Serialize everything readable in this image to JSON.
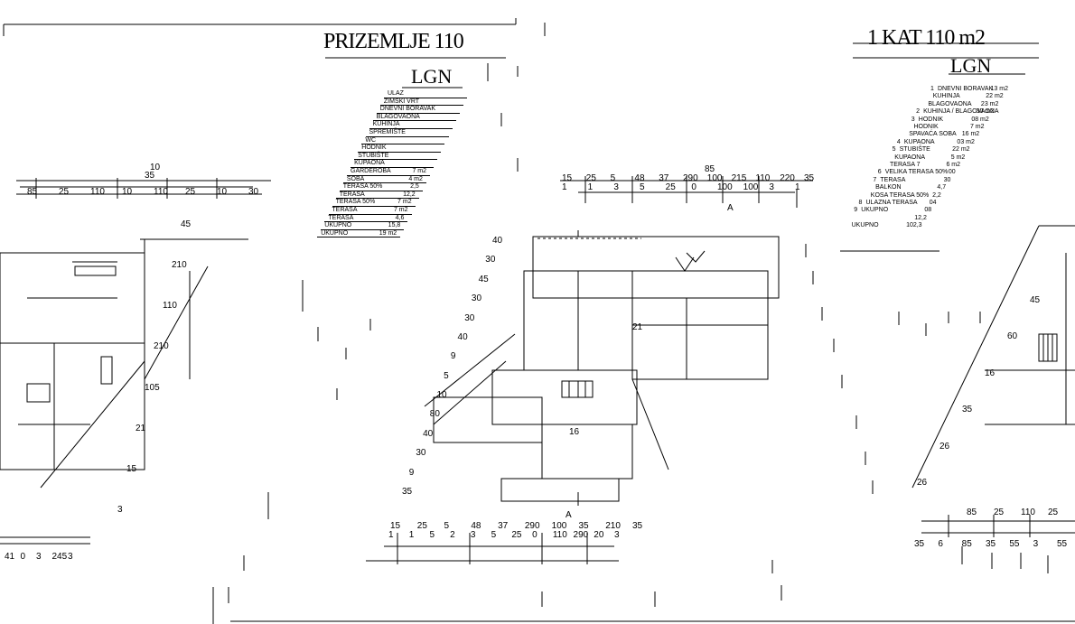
{
  "titles": {
    "center_title": "PRIZEMLJE 110",
    "center_sub": "LGN",
    "right_title": "1 KAT 110 m2",
    "right_sub": "LGN"
  },
  "room_table_center": {
    "rows": [
      {
        "name": "ULAZ",
        "area": ""
      },
      {
        "name": "ZIMSKI VRT",
        "area": ""
      },
      {
        "name": "DNEVNI BORAVAK",
        "area": ""
      },
      {
        "name": "BLAGOVAONA",
        "area": ""
      },
      {
        "name": "KUHINJA",
        "area": ""
      },
      {
        "name": "SPREMIŠTE",
        "area": ""
      },
      {
        "name": "WC",
        "area": ""
      },
      {
        "name": "HODNIK",
        "area": ""
      },
      {
        "name": "STUBIŠTE",
        "area": ""
      },
      {
        "name": "KUPAONA",
        "area": ""
      },
      {
        "name": "GARDEROBA",
        "area": "7 m2"
      },
      {
        "name": "SOBA",
        "area": "4 m2"
      },
      {
        "name": "TERASA 50%",
        "area": "2,5"
      },
      {
        "name": "TERASA",
        "area": "12,2"
      },
      {
        "name": "TERASA 50%",
        "area": "7 m2"
      },
      {
        "name": "TERASA",
        "area": "7 m2"
      },
      {
        "name": "TERASA",
        "area": "4,6"
      },
      {
        "name": "UKUPNO",
        "area": "15,8"
      },
      {
        "name": "UKUPNO",
        "area": "19 m2"
      }
    ]
  },
  "room_table_right": {
    "rows": [
      {
        "no": "1",
        "name": "DNEVNI BORAVAK",
        "area": "13 m2"
      },
      {
        "no": "",
        "name": "KUHINJA",
        "area": "22 m2"
      },
      {
        "no": "",
        "name": "BLAGOVAONA",
        "area": "23 m2"
      },
      {
        "no": "2",
        "name": "KUHINJA / BLAGOVAONA",
        "area": "30 m2"
      },
      {
        "no": "3",
        "name": "HODNIK",
        "area": "08 m2"
      },
      {
        "no": "",
        "name": "HODNIK",
        "area": "7 m2"
      },
      {
        "no": "",
        "name": "SPAVAĆA SOBA",
        "area": "16 m2"
      },
      {
        "no": "4",
        "name": "KUPAONA",
        "area": "03 m2"
      },
      {
        "no": "5",
        "name": "STUBIŠTE",
        "area": "22 m2"
      },
      {
        "no": "",
        "name": "KUPAONA",
        "area": "5 m2"
      },
      {
        "no": "",
        "name": "TERASA 7",
        "area": "6 m2"
      },
      {
        "no": "6",
        "name": "VELIKA TERASA 50%",
        "area": "00"
      },
      {
        "no": "7",
        "name": "TERASA",
        "area": "30"
      },
      {
        "no": "",
        "name": "BALKON",
        "area": "4,7"
      },
      {
        "no": "",
        "name": "KOSA TERASA 50%",
        "area": "2,2"
      },
      {
        "no": "8",
        "name": "ULAZNA TERASA",
        "area": "04"
      },
      {
        "no": "9",
        "name": "UKUPNO",
        "area": "08"
      },
      {
        "no": "",
        "name": "",
        "area": "12,2"
      },
      {
        "no": "",
        "name": "UKUPNO",
        "area": "102,3"
      }
    ]
  },
  "dimensions": {
    "left_top_total": "10",
    "left_top_sub": "35",
    "left_top_segments": [
      "85",
      "25",
      "110",
      "10",
      "110",
      "25",
      "10",
      "30"
    ],
    "left_bottom": [
      "41",
      "0",
      "3",
      "245",
      "3"
    ],
    "left_side": [
      "45",
      "210",
      "110",
      "210",
      "105",
      "21",
      "15",
      "3"
    ],
    "center_top_total": "85",
    "center_top_segments": [
      "15",
      "25",
      "5",
      "48",
      "37",
      "290",
      "100",
      "215",
      "110",
      "220",
      "35"
    ],
    "center_top_sub": [
      "1",
      "1",
      "3",
      "5",
      "25",
      "0",
      "100",
      "100",
      "3",
      "1"
    ],
    "center_bottom_top": [
      "15",
      "25",
      "5",
      "48",
      "37",
      "290",
      "100",
      "35",
      "210",
      "35"
    ],
    "center_bottom_sub": [
      "1",
      "1",
      "5",
      "2",
      "3",
      "5",
      "25",
      "0",
      "110",
      "290",
      "20",
      "3"
    ],
    "center_side": [
      "40",
      "30",
      "45",
      "30",
      "30",
      "40",
      "9",
      "5",
      "10",
      "80",
      "40",
      "30",
      "9",
      "35"
    ],
    "section_marks": [
      "A",
      "A"
    ],
    "center_labels": [
      "21",
      "16"
    ],
    "right_side": [
      "45",
      "60",
      "16",
      "35",
      "26",
      "26"
    ],
    "right_bottom_top": [
      "85",
      "25",
      "110",
      "25"
    ],
    "right_bottom": [
      "35",
      "6",
      "85",
      "35",
      "55",
      "3",
      "55"
    ]
  }
}
